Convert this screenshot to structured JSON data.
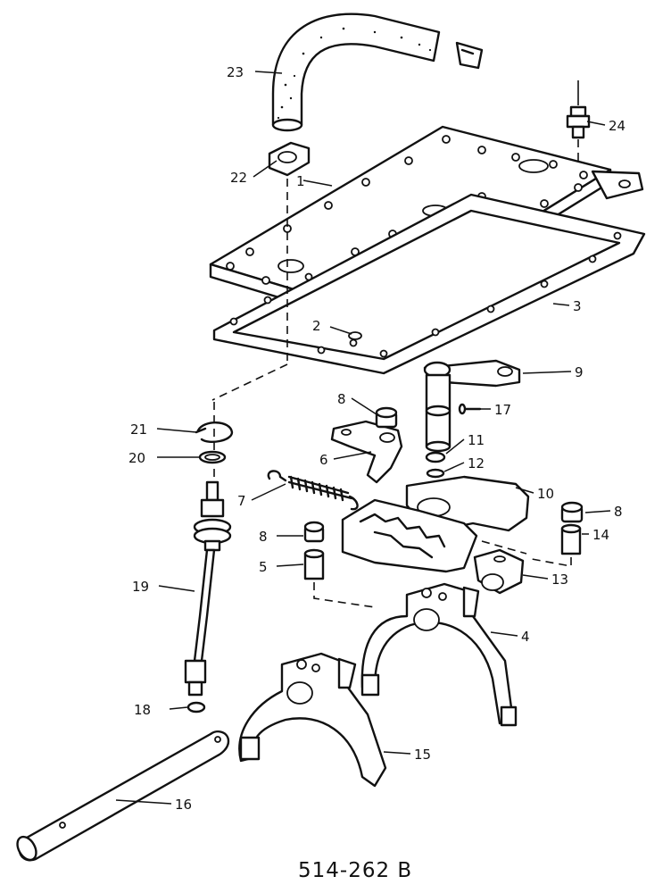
{
  "diagram": {
    "drawing_number": "514-262 B",
    "callouts": [
      "1",
      "2",
      "3",
      "4",
      "5",
      "6",
      "7",
      "8",
      "8",
      "8",
      "9",
      "10",
      "11",
      "12",
      "13",
      "14",
      "15",
      "16",
      "17",
      "18",
      "19",
      "20",
      "21",
      "22",
      "23",
      "24"
    ]
  }
}
